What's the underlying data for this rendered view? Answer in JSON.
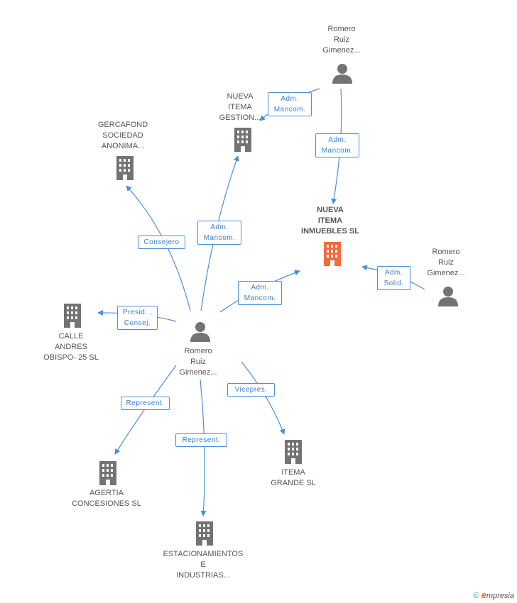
{
  "colors": {
    "edge": "#4a90d9",
    "icon": "#737373",
    "focus_icon": "#f26a3d"
  },
  "nodes": {
    "romero_top": {
      "label": "Romero\nRuiz\nGimenez...",
      "type": "person-icon"
    },
    "nueva_itema_gestion": {
      "label": "NUEVA\nITEMA\nGESTION...",
      "type": "building-icon"
    },
    "gercafond": {
      "label": "GERCAFOND\nSOCIEDAD\nANONIMA...",
      "type": "building-icon"
    },
    "nueva_itema_inmuebles": {
      "label": "NUEVA\nITEMA\nINMUEBLES SL",
      "type": "building-icon",
      "focus": true
    },
    "romero_right": {
      "label": "Romero\nRuiz\nGimenez...",
      "type": "person-icon"
    },
    "calle_andres": {
      "label": "CALLE\nANDRES\nOBISPO- 25 SL",
      "type": "building-icon"
    },
    "romero_center": {
      "label": "Romero\nRuiz\nGimenez...",
      "type": "person-icon"
    },
    "agertia": {
      "label": "AGERTIA\nCONCESIONES SL",
      "type": "building-icon"
    },
    "itema_grande": {
      "label": "ITEMA\nGRANDE SL",
      "type": "building-icon"
    },
    "estacionamientos": {
      "label": "ESTACIONAMIENTOS\nE\nINDUSTRIAS...",
      "type": "building-icon"
    }
  },
  "edges": {
    "top_to_gestion": "Adm.\nMancom.",
    "top_to_inmuebles": "Adm.\nMancom.",
    "center_to_gercafond": "Consejero",
    "center_to_gestion": "Adm.\nMancom.",
    "center_to_inmuebles": "Adm.\nMancom.",
    "right_to_inmuebles": "Adm.\nSolid.",
    "center_to_calle": "Presid. ,\nConsej.",
    "center_to_agertia": "Represent.",
    "center_to_estacionamientos": "Represent.",
    "center_to_itema_grande": "Vicepres."
  },
  "footer": {
    "copyright": "©",
    "brand_initial": "e",
    "brand_rest": "mpresia"
  }
}
